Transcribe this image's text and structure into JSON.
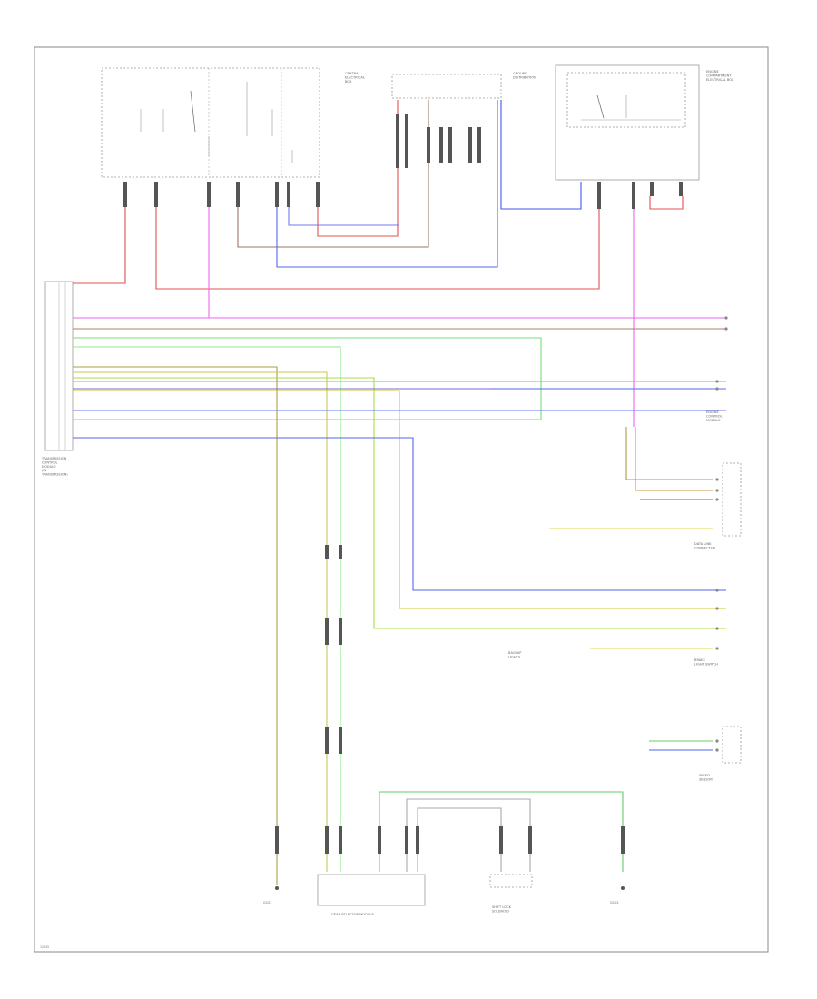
{
  "diagram": {
    "footer_code": "12345",
    "components": {
      "tcm": {
        "label": "TRANSMISSION\nCONTROL\nMODULE\n(IN\nTRANSMISSION)"
      },
      "fuse_box": {
        "label": "CENTRAL\nELECTRICAL\nBOX"
      },
      "grounds_box": {
        "label": "GROUND\nDISTRIBUTION"
      },
      "engine_box": {
        "label": "ENGINE\nCOMPARTMENT\nELECTRICAL BOX"
      },
      "gear_selector": {
        "label": "GEAR SELECTOR MODULE"
      },
      "shift_lock": {
        "label": "SHIFT LOCK\nSOLENOID"
      },
      "ecm": {
        "label": "ENGINE\nCONTROL\nMODULE"
      },
      "data_link": {
        "label": "DATA LINK\nCONNECTOR"
      },
      "brake_switch": {
        "label": "BRAKE\nLIGHT SWITCH"
      },
      "backup": {
        "label": "BACKUP\nLIGHTS"
      },
      "speed": {
        "label": "SPEED\nSENSOR"
      },
      "ground_left": {
        "label": "G101"
      },
      "ground_right": {
        "label": "G102"
      }
    }
  }
}
